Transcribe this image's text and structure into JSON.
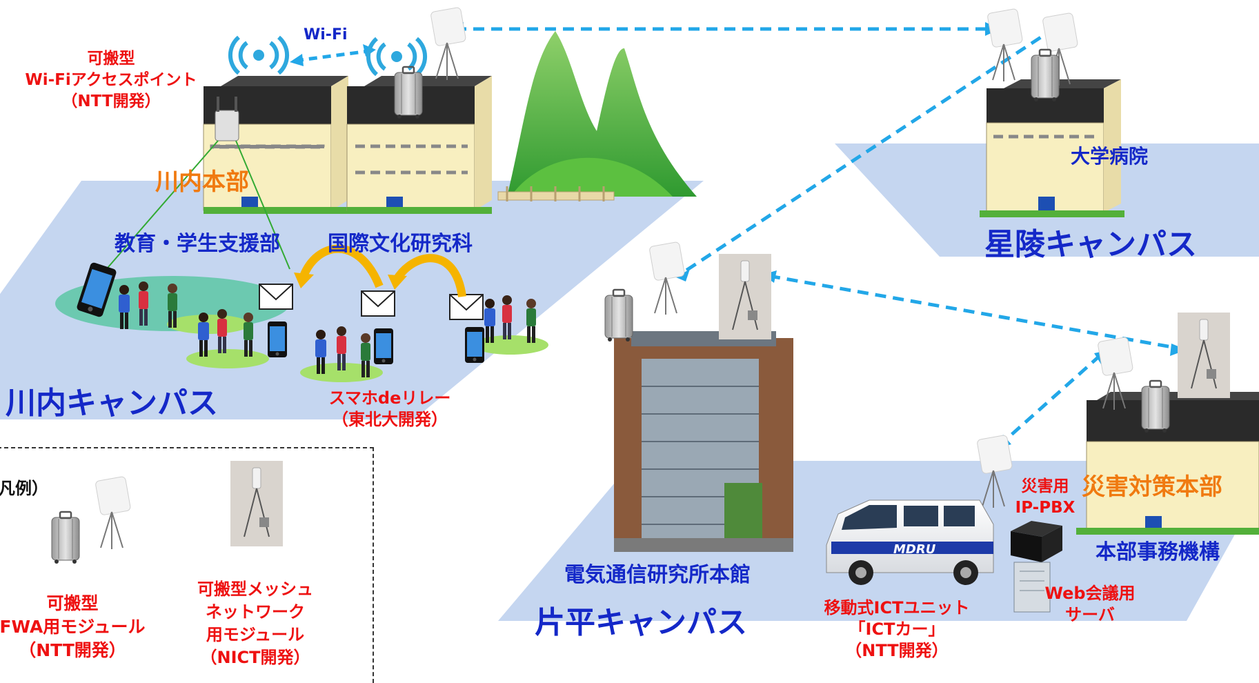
{
  "labels": {
    "wifi": "Wi-Fi",
    "portable_ap": [
      "可搬型",
      "Wi-Fiアクセスポイント",
      "（NTT開発）"
    ],
    "kawauchi_hq": "川内本部",
    "education_dept": "教育・学生支援部",
    "intl_culture": "国際文化研究科",
    "kawauchi_campus": "川内キャンパス",
    "sumaho_relay": [
      "スマホdeリレー",
      "（東北大開発）"
    ],
    "university_hospital": "大学病院",
    "seiryo_campus": "星陵キャンパス",
    "disaster_hq": "災害対策本部",
    "disaster_pbx": [
      "災害用",
      "IP-PBX"
    ],
    "hq_admin": "本部事務機構",
    "riec_main": "電気通信研究所本館",
    "katahira_campus": "片平キャンパス",
    "ict_unit": [
      "移動式ICTユニット",
      "「ICTカー」",
      "（NTT開発）"
    ],
    "web_server": [
      "Web会議用",
      "サーバ"
    ],
    "van_logo": "MDRU"
  },
  "legend": {
    "title": "凡例）",
    "fwa_module": [
      "可搬型",
      "FWA用モジュール",
      "（NTT開発）"
    ],
    "mesh_module": [
      "可搬型メッシュ",
      "ネットワーク",
      "用モジュール",
      "（NICT開発）"
    ]
  },
  "colors": {
    "campus_plane": "#c5d6f0",
    "link": "#22a7e8",
    "relay_arrow": "#f5b400",
    "label_blue": "#1428c8",
    "label_red": "#ee1111",
    "label_orange": "#f07a10",
    "building_wall": "#f8efc0",
    "building_roof": "#2a2a2a",
    "mountain": "#3fae3a"
  },
  "icons": [
    "wifi-signal-icon",
    "suitcase-icon",
    "fwa-antenna-icon",
    "mesh-module-icon",
    "envelope-icon",
    "smartphone-icon",
    "person-icon",
    "van-icon",
    "server-icon",
    "pbx-icon"
  ]
}
